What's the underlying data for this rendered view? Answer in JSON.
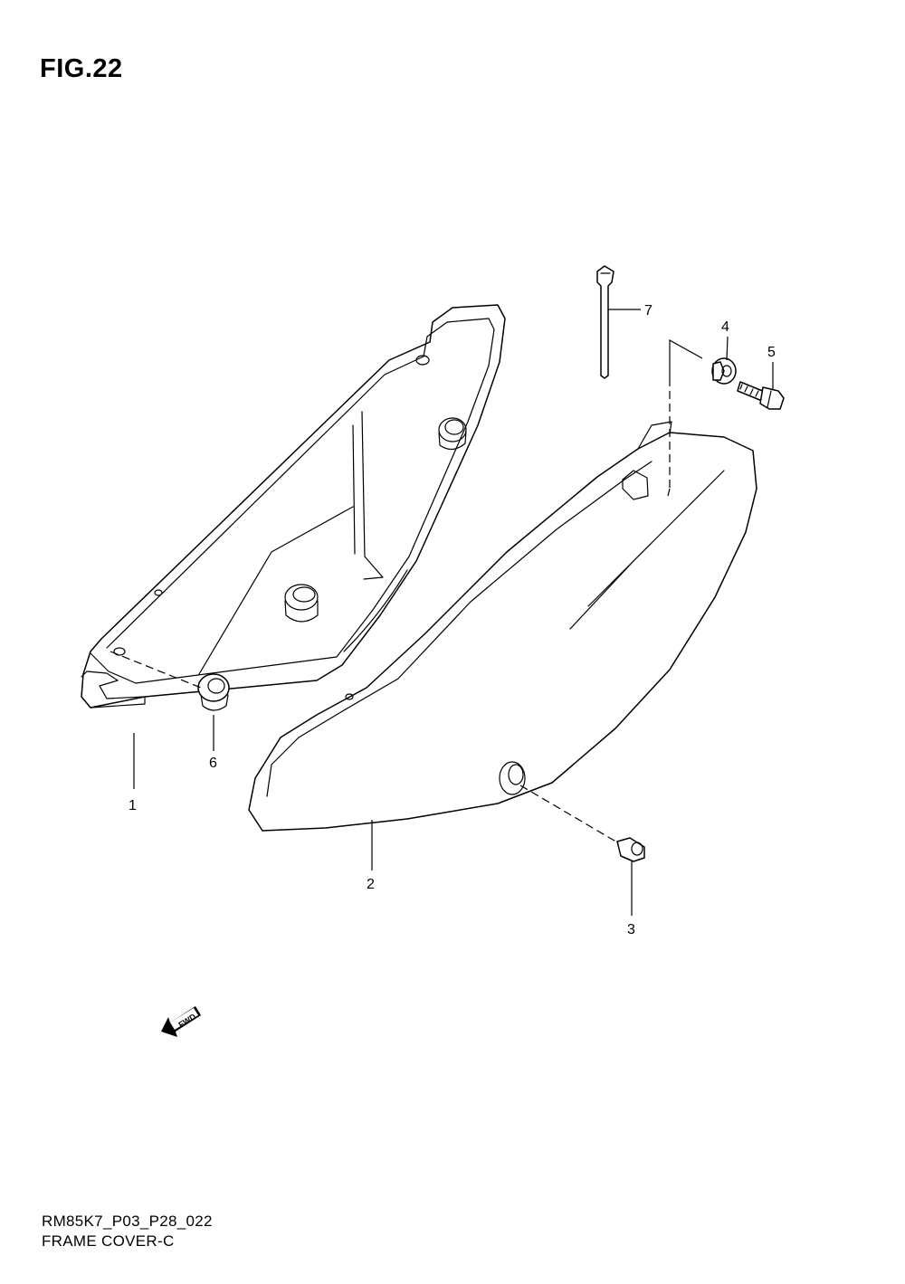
{
  "figure": {
    "title": "FIG.22",
    "code": "RM85K7_P03_P28_022",
    "name": "FRAME COVER-C"
  },
  "callouts": [
    {
      "id": "1",
      "label": "1"
    },
    {
      "id": "2",
      "label": "2"
    },
    {
      "id": "3",
      "label": "3"
    },
    {
      "id": "4",
      "label": "4"
    },
    {
      "id": "5",
      "label": "5"
    },
    {
      "id": "6",
      "label": "6"
    },
    {
      "id": "7",
      "label": "7"
    }
  ],
  "fwd_label": "FWD"
}
